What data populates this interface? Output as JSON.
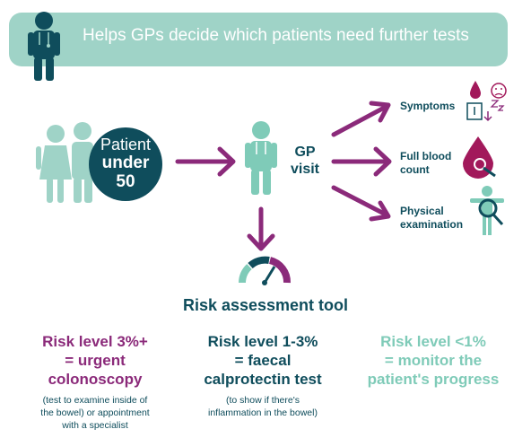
{
  "banner": {
    "text": "Helps GPs decide which patients need further tests"
  },
  "patient": {
    "line1": "Patient",
    "line2": "under",
    "line3": "50"
  },
  "gp": {
    "line1": "GP",
    "line2": "visit"
  },
  "outcomes": [
    {
      "label_line1": "Symptoms",
      "label_line2": ""
    },
    {
      "label_line1": "Full blood",
      "label_line2": "count"
    },
    {
      "label_line1": "Physical",
      "label_line2": "examination"
    }
  ],
  "tool": {
    "title": "Risk assessment tool"
  },
  "risks": [
    {
      "head1": "Risk level 3%+",
      "head2": "= urgent",
      "head3": "colonoscopy",
      "note1": "(test to examine inside of",
      "note2": "the bowel) or appointment",
      "note3": "with a specialist"
    },
    {
      "head1": "Risk level 1-3%",
      "head2": "= faecal",
      "head3": "calprotectin test",
      "note1": "(to show if there's",
      "note2": "inflammation in the bowel)",
      "note3": ""
    },
    {
      "head1": "Risk level <1%",
      "head2": "= monitor the",
      "head3": "patient's progress",
      "note1": "",
      "note2": "",
      "note3": ""
    }
  ],
  "colors": {
    "teal_light": "#9fd3c7",
    "navy": "#0f4d5c",
    "purple": "#8b2a7a",
    "magenta": "#a2195b",
    "mint": "#7fcbb8"
  }
}
